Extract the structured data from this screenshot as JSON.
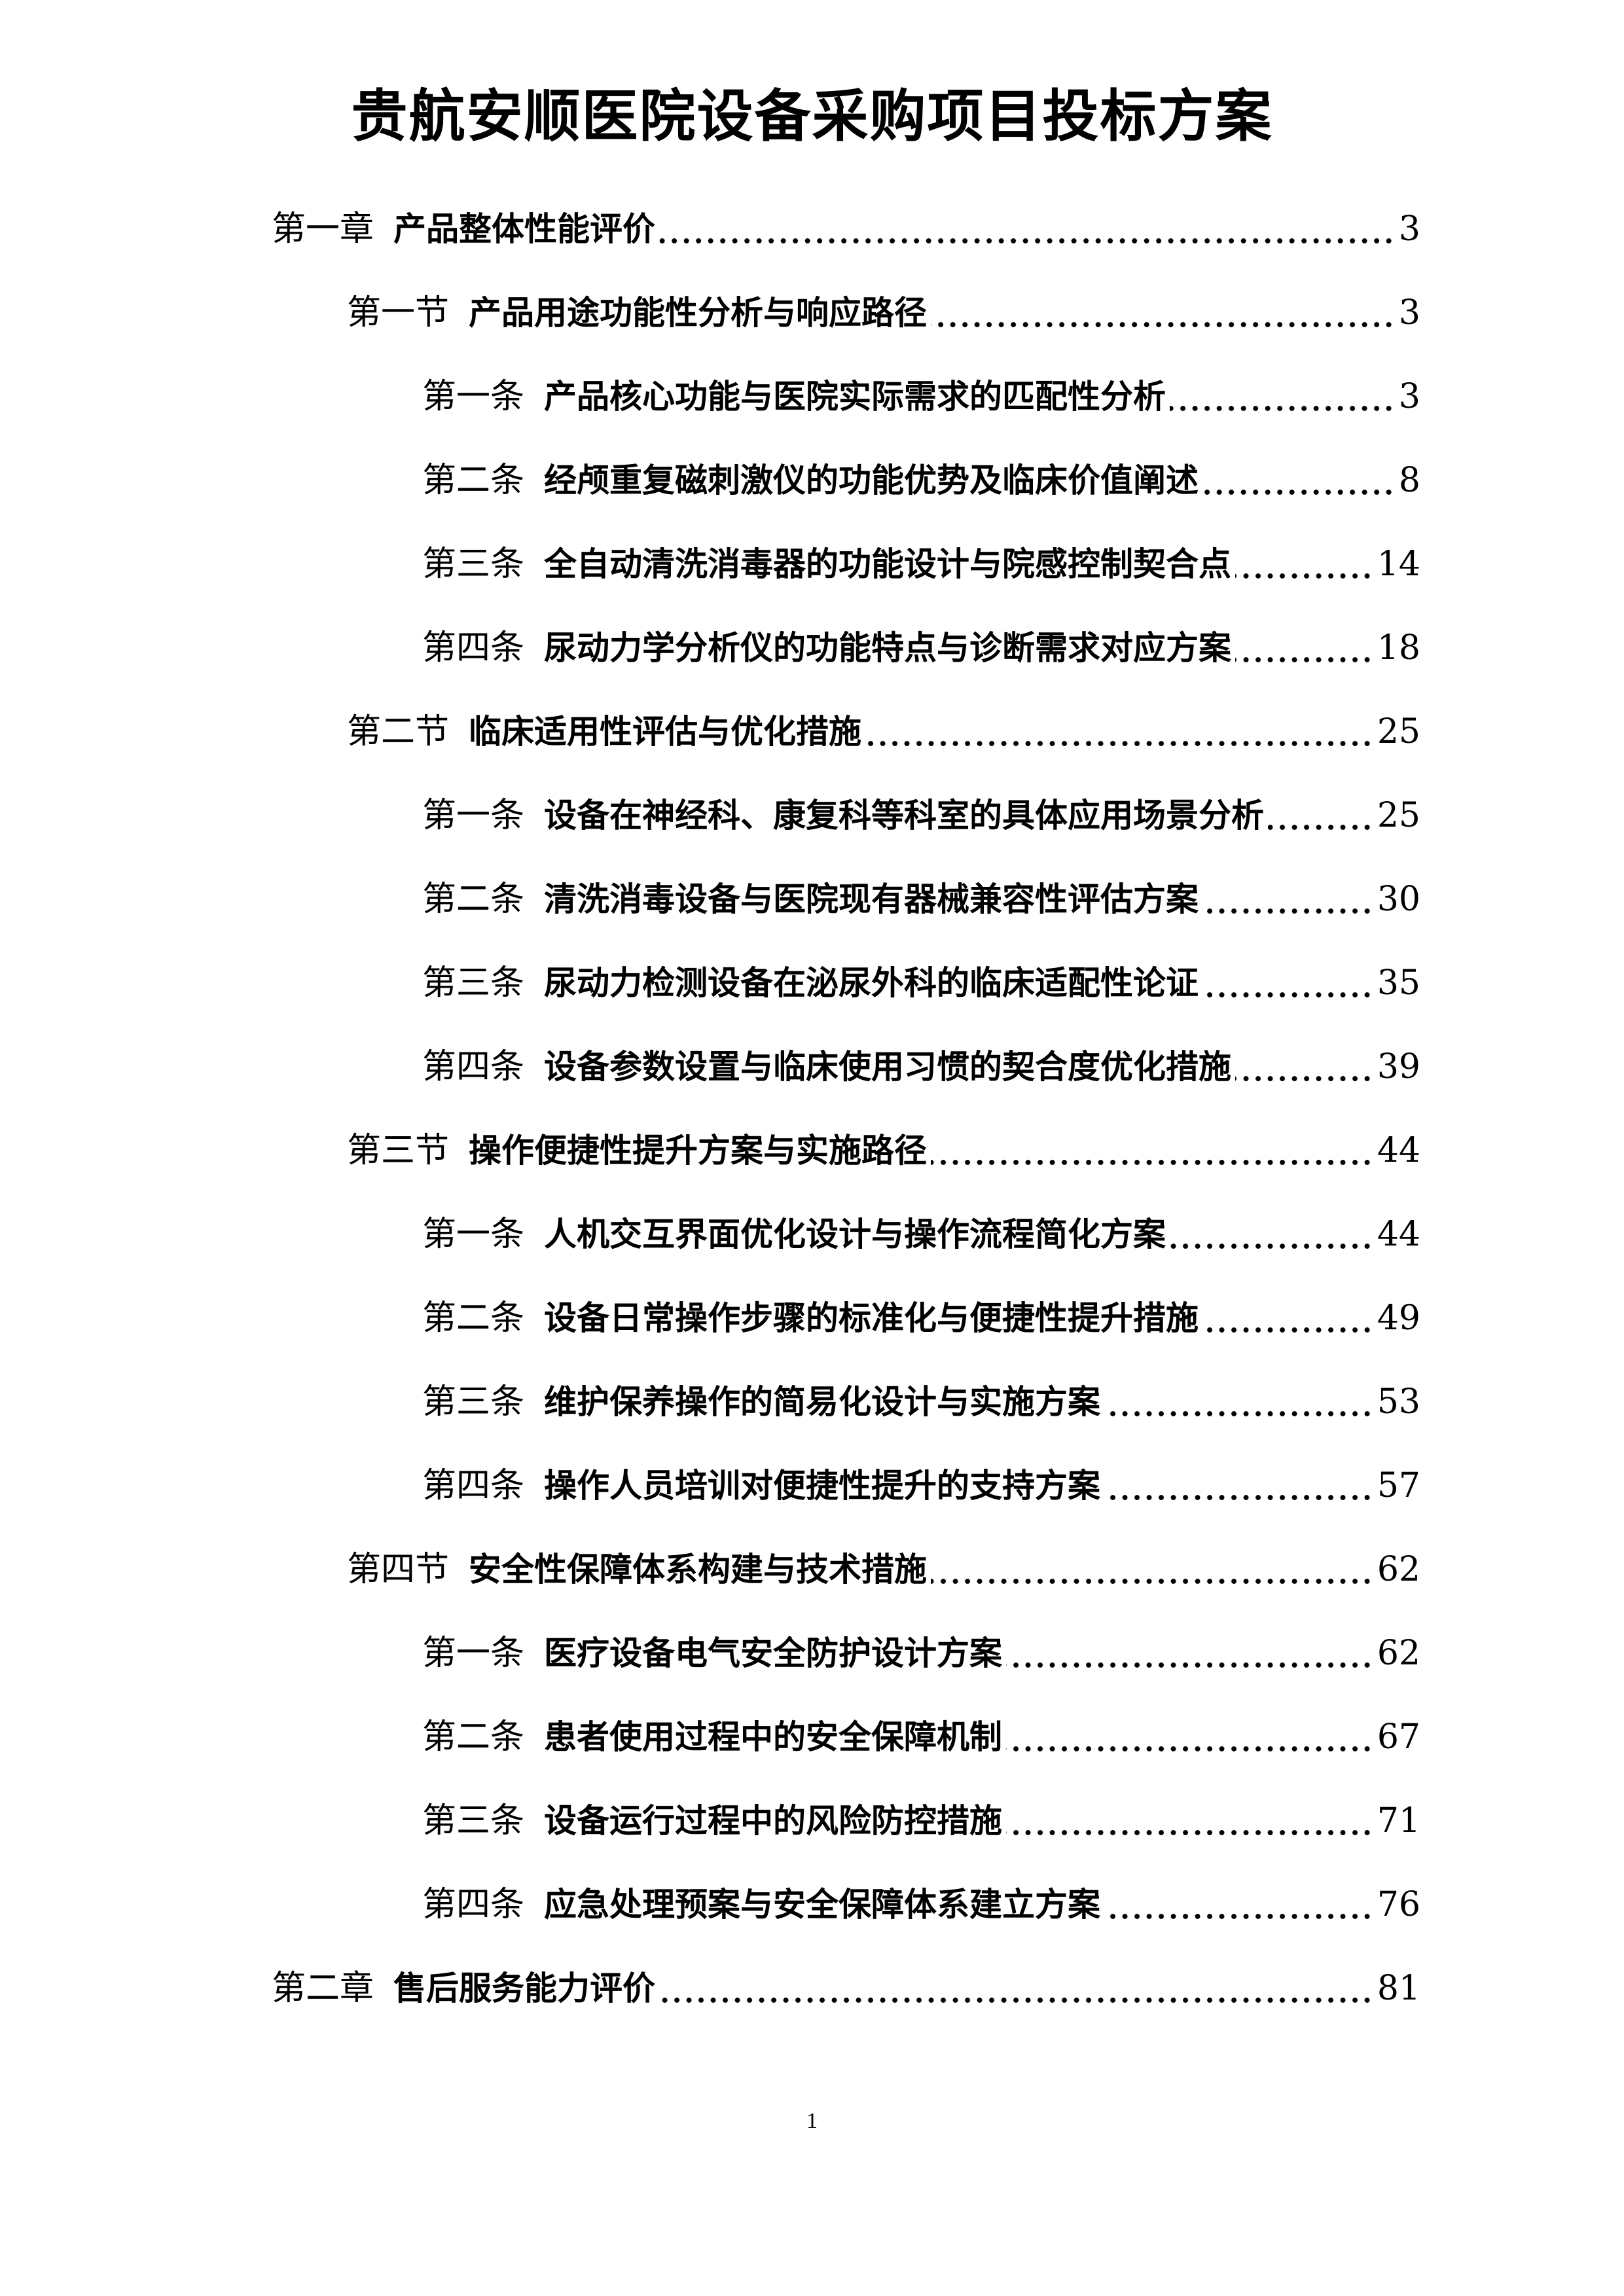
{
  "document": {
    "title": "贵航安顺医院设备采购项目投标方案",
    "footer_page_number": "1"
  },
  "toc": {
    "entries": [
      {
        "level": "chapter",
        "label": "第一章",
        "text": "产品整体性能评价",
        "page": "3"
      },
      {
        "level": "section",
        "label": "第一节",
        "text": "产品用途功能性分析与响应路径",
        "page": "3"
      },
      {
        "level": "article",
        "label": "第一条",
        "text": "产品核心功能与医院实际需求的匹配性分析",
        "page": "3"
      },
      {
        "level": "article",
        "label": "第二条",
        "text": "经颅重复磁刺激仪的功能优势及临床价值阐述",
        "page": "8"
      },
      {
        "level": "article",
        "label": "第三条",
        "text": "全自动清洗消毒器的功能设计与院感控制契合点",
        "page": "14"
      },
      {
        "level": "article",
        "label": "第四条",
        "text": "尿动力学分析仪的功能特点与诊断需求对应方案",
        "page": "18"
      },
      {
        "level": "section",
        "label": "第二节",
        "text": "临床适用性评估与优化措施",
        "page": "25"
      },
      {
        "level": "article",
        "label": "第一条",
        "text": "设备在神经科、康复科等科室的具体应用场景分析",
        "page": "25"
      },
      {
        "level": "article",
        "label": "第二条",
        "text": "清洗消毒设备与医院现有器械兼容性评估方案",
        "page": "30"
      },
      {
        "level": "article",
        "label": "第三条",
        "text": "尿动力检测设备在泌尿外科的临床适配性论证",
        "page": "35"
      },
      {
        "level": "article",
        "label": "第四条",
        "text": "设备参数设置与临床使用习惯的契合度优化措施",
        "page": "39"
      },
      {
        "level": "section",
        "label": "第三节",
        "text": "操作便捷性提升方案与实施路径",
        "page": "44"
      },
      {
        "level": "article",
        "label": "第一条",
        "text": "人机交互界面优化设计与操作流程简化方案",
        "page": "44"
      },
      {
        "level": "article",
        "label": "第二条",
        "text": "设备日常操作步骤的标准化与便捷性提升措施",
        "page": "49"
      },
      {
        "level": "article",
        "label": "第三条",
        "text": "维护保养操作的简易化设计与实施方案",
        "page": "53"
      },
      {
        "level": "article",
        "label": "第四条",
        "text": "操作人员培训对便捷性提升的支持方案",
        "page": "57"
      },
      {
        "level": "section",
        "label": "第四节",
        "text": "安全性保障体系构建与技术措施",
        "page": "62"
      },
      {
        "level": "article",
        "label": "第一条",
        "text": "医疗设备电气安全防护设计方案",
        "page": "62"
      },
      {
        "level": "article",
        "label": "第二条",
        "text": "患者使用过程中的安全保障机制",
        "page": "67"
      },
      {
        "level": "article",
        "label": "第三条",
        "text": "设备运行过程中的风险防控措施",
        "page": "71"
      },
      {
        "level": "article",
        "label": "第四条",
        "text": "应急处理预案与安全保障体系建立方案",
        "page": "76"
      },
      {
        "level": "chapter",
        "label": "第二章",
        "text": "售后服务能力评价",
        "page": "81"
      }
    ]
  }
}
